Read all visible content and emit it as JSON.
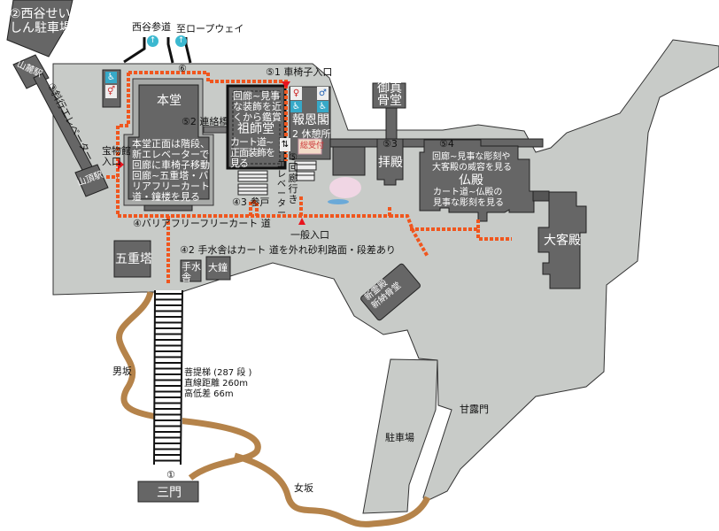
{
  "title": "temple grounds map",
  "labels": {
    "nishitani_parking": [
      "②西谷せい",
      "しん駐車場"
    ],
    "nishitani_sando": "西谷参道",
    "ropeway": "至ロープウェイ",
    "num6": "⑥",
    "sanroku_station": "山麓駅",
    "shacho_station": "山頂駅",
    "elevator_slope": "③斜行エレベーター",
    "wheelchair_entrance": "⑤1 車椅子入口",
    "hondo": "本堂",
    "hondo_note": [
      "本堂正面は階段、",
      "新エレベーターで",
      "回廊に車椅子移動",
      "回廊~五重塔・バ",
      "リアフリーカート",
      "道・鐘楼を見る"
    ],
    "renrakurou": "⑤2 連絡橋",
    "homotsukan_entrance": [
      "宝物館",
      "入口"
    ],
    "soshido": "祖師堂",
    "soshido_note1": [
      "回廊~見事",
      "な装飾を近",
      "くから鑑賞"
    ],
    "soshido_note2": [
      "カート道~",
      "正面装飾を",
      "見る"
    ],
    "hoonkaku": [
      "報恩閣",
      "2 休憩所"
    ],
    "reception": "総受付",
    "corridor_elevator": [
      "⑤",
      "回",
      "廊",
      "行",
      "き"
    ],
    "elevator_vertical": [
      "エ",
      "レ",
      "ベ",
      "ー",
      "タ",
      "ー"
    ],
    "sanmon_exit": "④3 参戸",
    "barrier_free": "④バリアフリーフリーカート 道",
    "general_entrance": "一般入口",
    "gojunoto": "五重塔",
    "temizuya": [
      "手水",
      "舎"
    ],
    "ogane": "大鐘",
    "temizuya_note": "④2 手水舎はカート 道を外れ砂利路面・段差あり",
    "goshinkotsudo": [
      "御真",
      "骨堂"
    ],
    "haiden_num": "⑤3",
    "haiden": "拝殿",
    "butsuden_num": "⑤4",
    "butsuden_note1": [
      "回廊~見事な彫刻や",
      "大客殿の威容を見る"
    ],
    "butsuden": "仏殿",
    "butsuden_note2": [
      "カート道~仏殿の",
      "見事な彫刻を見る"
    ],
    "daikyakuden": "大客殿",
    "new_building": [
      "新霊殿",
      "新納骨堂"
    ],
    "bodaibashigo": [
      "菩提梯 (287 段 )",
      "直線距離 260m",
      "高低差 66m"
    ],
    "otokozaka": "男坂",
    "onnazaka": "女坂",
    "num1": "①",
    "sanmon": "三門",
    "parking": "駐車場",
    "kanromon": "甘露門"
  },
  "colors": {
    "ground": "#c8cbc8",
    "building": "#666666",
    "route": "#f0561e",
    "slope": "#b5834a",
    "accent_red": "#e8141e"
  }
}
